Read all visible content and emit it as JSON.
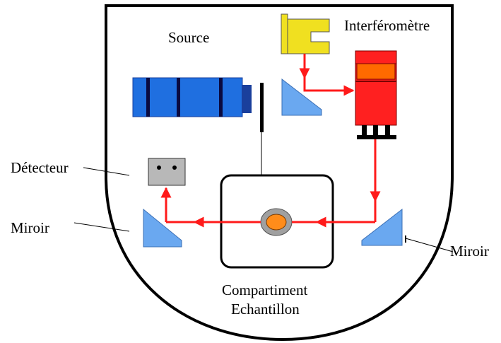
{
  "labels": {
    "source": "Source",
    "interferometre": "Interféromètre",
    "detecteur": "Détecteur",
    "miroir_left": "Miroir",
    "miroir_right": "Miroir",
    "compartiment_line1": "Compartiment",
    "compartiment_line2": "Echantillon"
  },
  "colors": {
    "enclosure_outline": "#000000",
    "source_body": "#1f6fe0",
    "source_cap": "#1a3f9c",
    "beam": "#ff1a1a",
    "interferometer_head": "#f0e020",
    "interferometer_body": "#ff2020",
    "interferometer_window": "#ff6a00",
    "mirror": "#6aa8f0",
    "detector": "#b8b8b8",
    "sample_outer": "#a0a0a0",
    "sample_inner": "#ff8c1a"
  },
  "icons": {
    "source": "ir-source-lamp-icon",
    "interferometer": "interferometer-icon",
    "mirror": "mirror-icon",
    "detector": "detector-icon",
    "sample": "sample-cell-icon"
  }
}
